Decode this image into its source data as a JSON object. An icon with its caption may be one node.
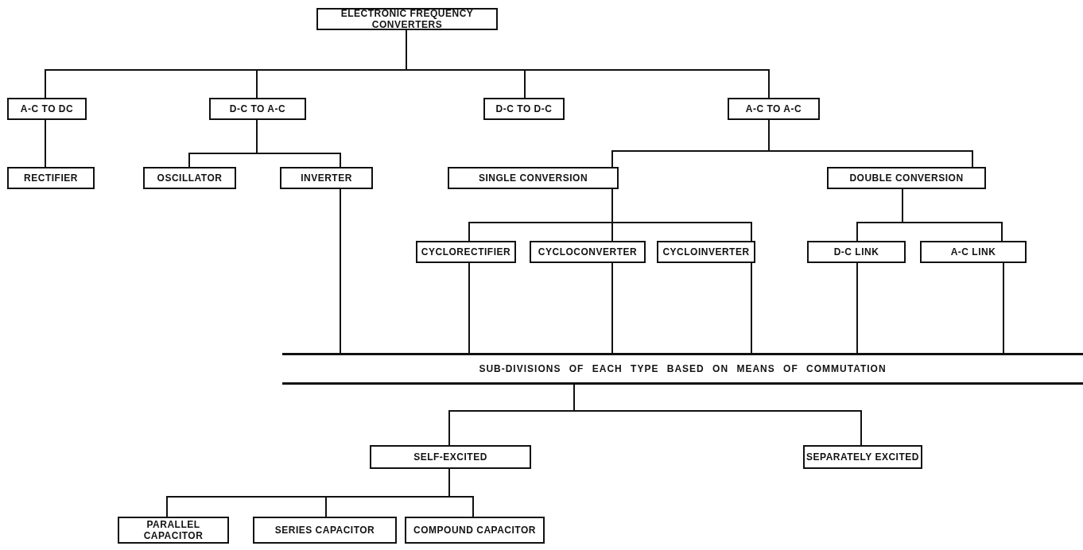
{
  "diagram": {
    "nodes": [
      {
        "text": [
          "ELECTRONIC FREQUENCY CONVERTERS"
        ]
      },
      {
        "text": [
          "A-C TO DC"
        ]
      },
      {
        "text": [
          "D-C TO A-C"
        ]
      },
      {
        "text": [
          "D-C TO D-C"
        ]
      },
      {
        "text": [
          "A-C TO A-C"
        ]
      },
      {
        "text": [
          "RECTIFIER"
        ]
      },
      {
        "text": [
          "OSCILLATOR"
        ]
      },
      {
        "text": [
          "INVERTER"
        ]
      },
      {
        "text": [
          "SINGLE CONVERSION"
        ]
      },
      {
        "text": [
          "DOUBLE CONVERSION"
        ]
      },
      {
        "text": [
          "CYCLORECTIFIER"
        ]
      },
      {
        "text": [
          "CYCLOCONVERTER"
        ]
      },
      {
        "text": [
          "CYCLOINVERTER"
        ]
      },
      {
        "text": [
          "D-C LINK"
        ]
      },
      {
        "text": [
          "A-C LINK"
        ]
      },
      {
        "text": [
          "SUB-DIVISIONS OF EACH TYPE BASED ON MEANS OF COMMUTATION"
        ]
      },
      {
        "text": [
          "SELF-EXCITED"
        ]
      },
      {
        "text": [
          "SEPARATELY EXCITED"
        ]
      },
      {
        "text": [
          "PARALLEL CAPACITOR"
        ]
      },
      {
        "text": [
          "SERIES CAPACITOR"
        ]
      },
      {
        "text": [
          "COMPOUND CAPACITOR"
        ]
      }
    ],
    "edges": [
      {
        "from": 0,
        "to": 1,
        "arrow": "none"
      },
      {
        "from": 0,
        "to": 2,
        "arrow": "none"
      },
      {
        "from": 0,
        "to": 3,
        "arrow": "none"
      },
      {
        "from": 0,
        "to": 4,
        "arrow": "none"
      },
      {
        "from": 1,
        "to": 5,
        "arrow": "none"
      },
      {
        "from": 2,
        "to": 6,
        "arrow": "none"
      },
      {
        "from": 2,
        "to": 7,
        "arrow": "none"
      },
      {
        "from": 4,
        "to": 8,
        "arrow": "none"
      },
      {
        "from": 4,
        "to": 9,
        "arrow": "none"
      },
      {
        "from": 8,
        "to": 10,
        "arrow": "none"
      },
      {
        "from": 8,
        "to": 11,
        "arrow": "none"
      },
      {
        "from": 8,
        "to": 12,
        "arrow": "none"
      },
      {
        "from": 9,
        "to": 13,
        "arrow": "none"
      },
      {
        "from": 9,
        "to": 14,
        "arrow": "none"
      },
      {
        "from": 7,
        "to": 15,
        "arrow": "none"
      },
      {
        "from": 10,
        "to": 15,
        "arrow": "none"
      },
      {
        "from": 11,
        "to": 15,
        "arrow": "none"
      },
      {
        "from": 12,
        "to": 15,
        "arrow": "none"
      },
      {
        "from": 13,
        "to": 15,
        "arrow": "none"
      },
      {
        "from": 14,
        "to": 15,
        "arrow": "none"
      },
      {
        "from": 15,
        "to": 16,
        "arrow": "none"
      },
      {
        "from": 15,
        "to": 17,
        "arrow": "none"
      },
      {
        "from": 16,
        "to": 18,
        "arrow": "none"
      },
      {
        "from": 16,
        "to": 19,
        "arrow": "none"
      },
      {
        "from": 16,
        "to": 20,
        "arrow": "none"
      }
    ]
  }
}
